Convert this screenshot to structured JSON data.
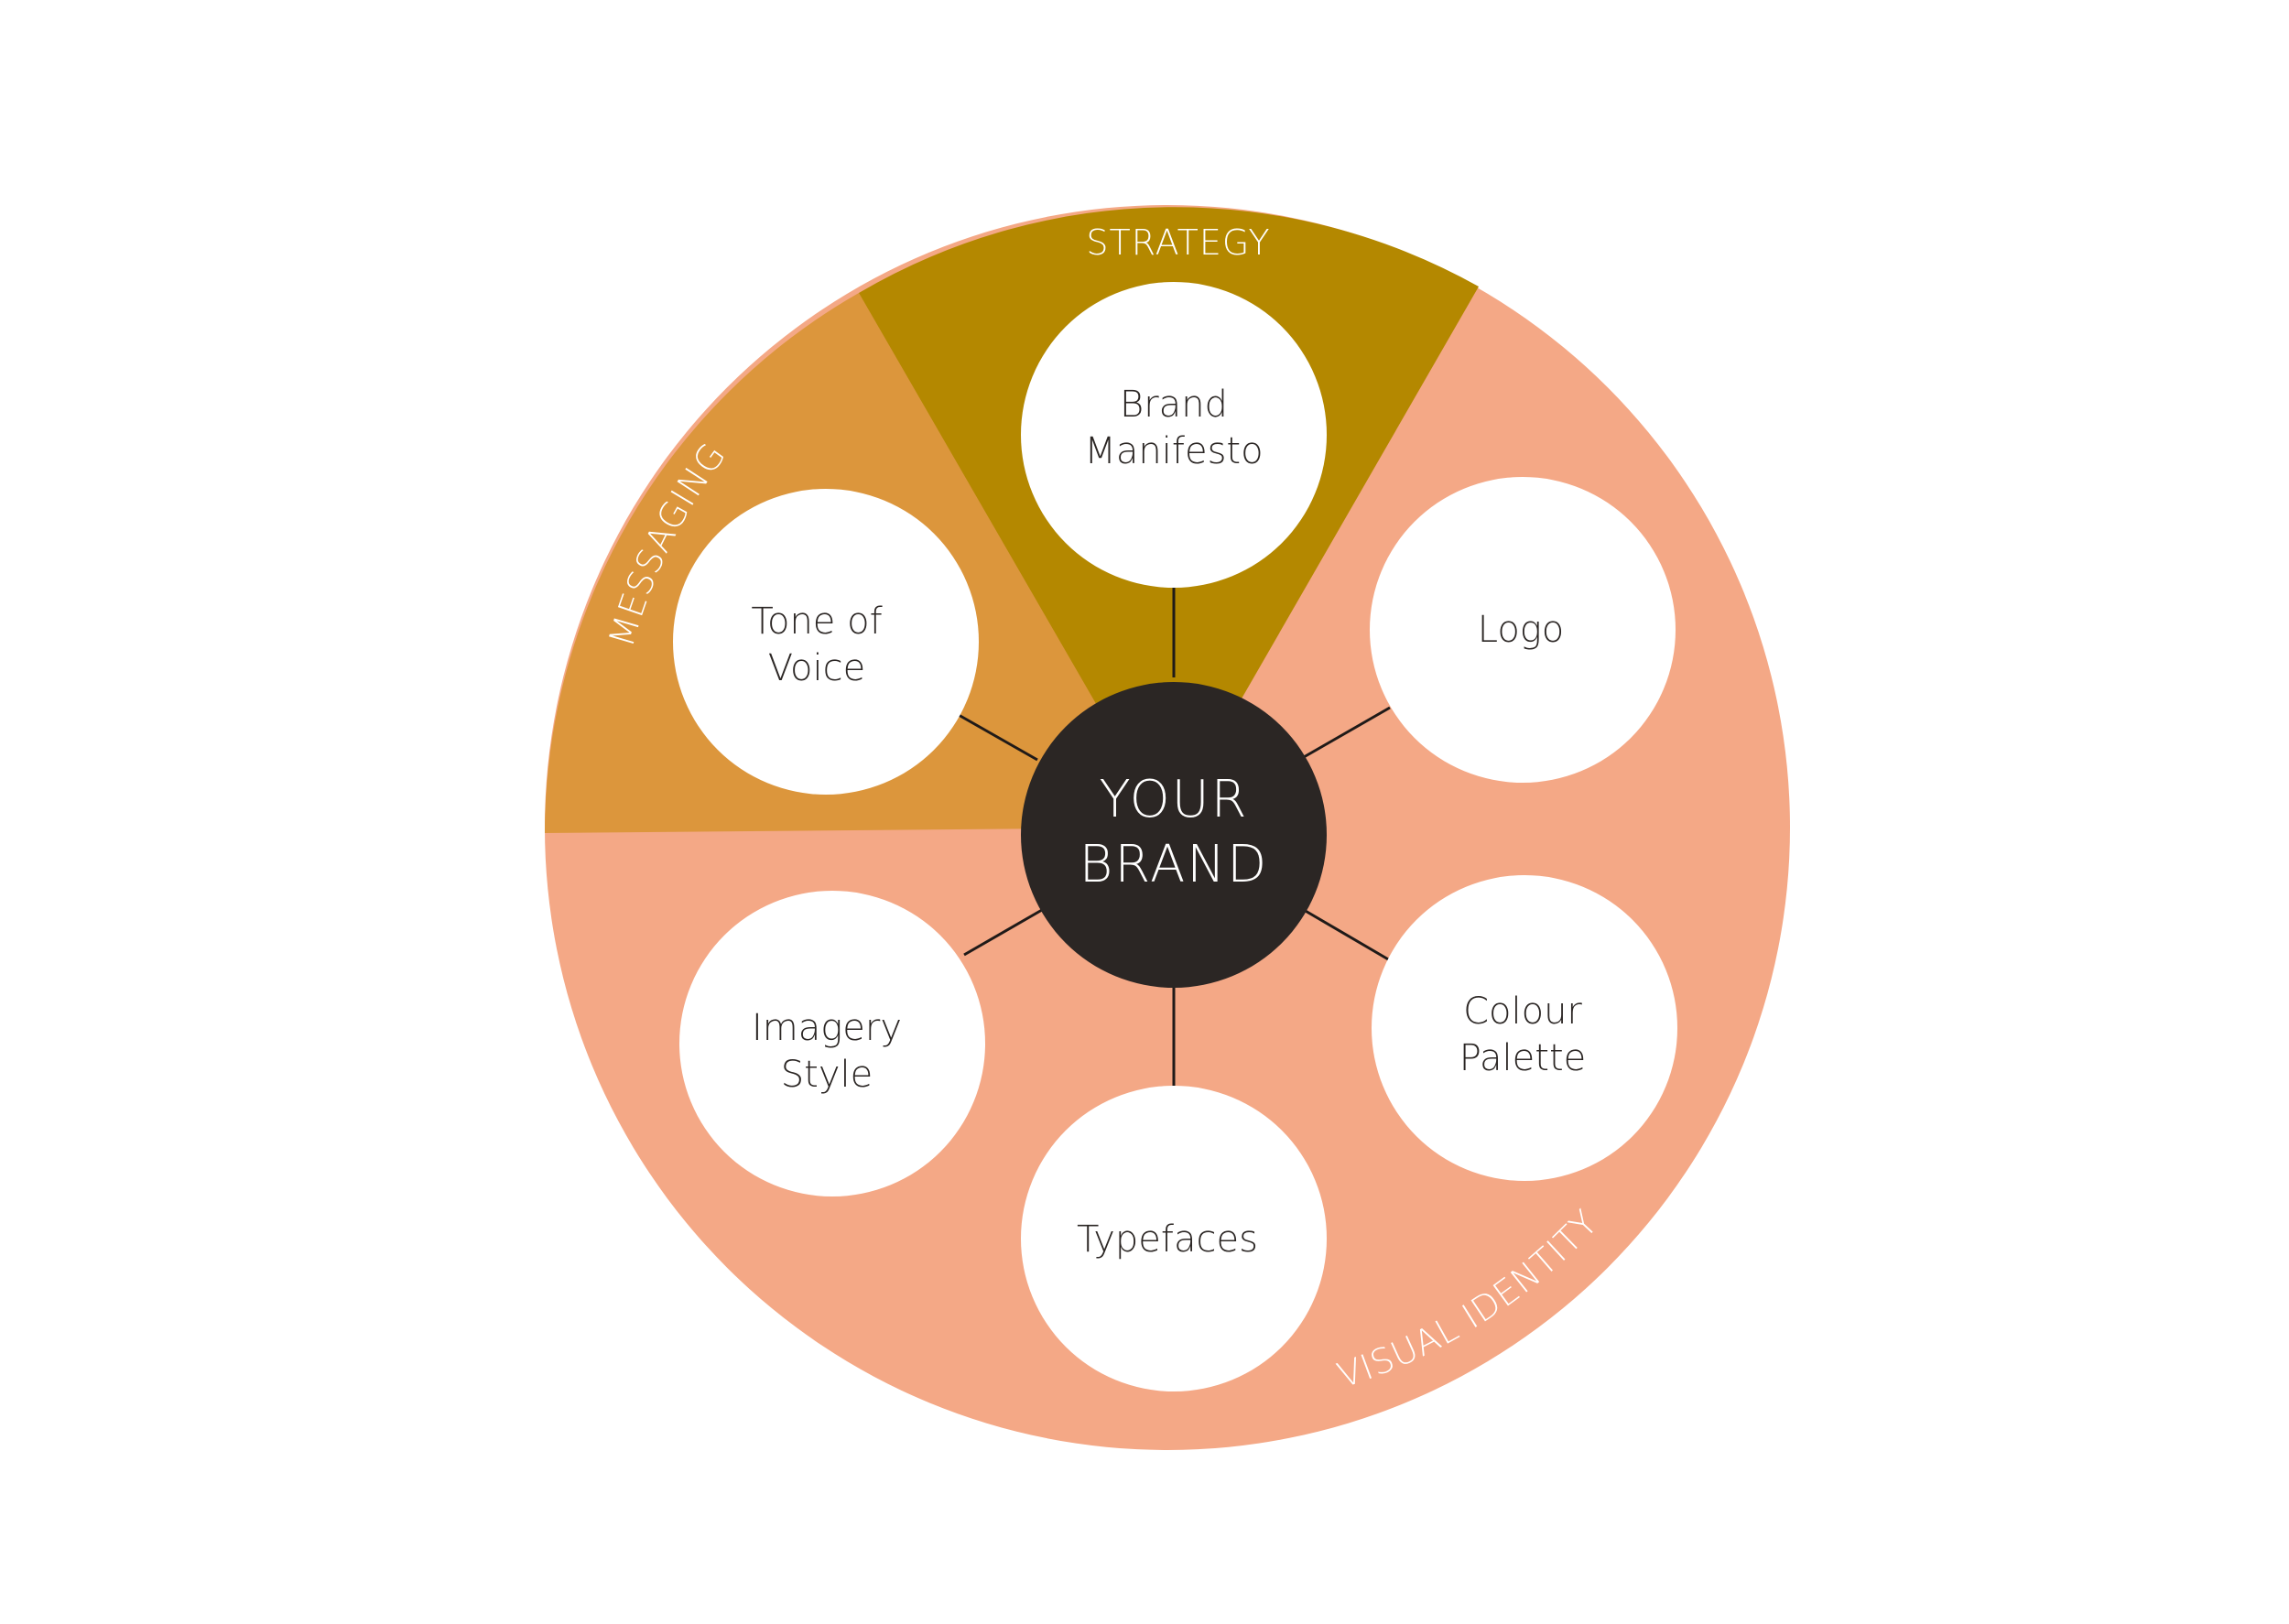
{
  "diagram": {
    "center": {
      "line1": "YOUR",
      "line2": "BRAND",
      "color": "#2b2624"
    },
    "segments": {
      "strategy": {
        "label": "STRATEGY",
        "color": "#b48800"
      },
      "messaging": {
        "label": "MESSAGING",
        "color": "#dc963c"
      },
      "visual_identity": {
        "label": "VISUAL IDENTITY",
        "color": "#f4a886"
      }
    },
    "nodes": {
      "brand_manifesto": {
        "line1": "Brand",
        "line2": "Manifesto"
      },
      "tone_of_voice": {
        "line1": "Tone of",
        "line2": "Voice"
      },
      "logo": {
        "line1": "Logo"
      },
      "colour_palette": {
        "line1": "Colour",
        "line2": "Palette"
      },
      "typefaces": {
        "line1": "Typefaces"
      },
      "imagery_style": {
        "line1": "Imagery",
        "line2": "Style"
      }
    }
  }
}
